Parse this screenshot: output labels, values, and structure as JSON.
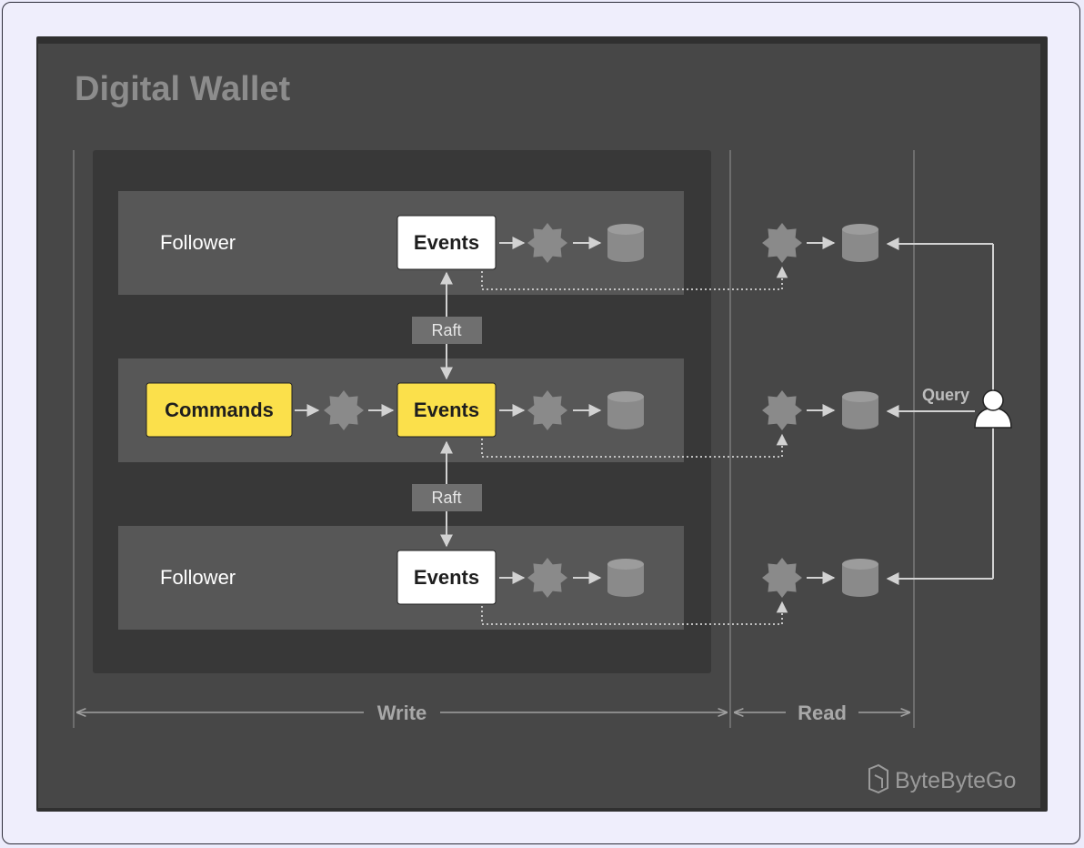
{
  "title": "Digital Wallet",
  "nodes": {
    "top": {
      "role": "Follower",
      "events": "Events"
    },
    "middle": {
      "commands": "Commands",
      "events": "Events"
    },
    "bottom": {
      "role": "Follower",
      "events": "Events"
    }
  },
  "raft_labels": [
    "Raft",
    "Raft"
  ],
  "query_label": "Query",
  "sections": {
    "write": "Write",
    "read": "Read"
  },
  "brand": "ByteByteGo",
  "colors": {
    "background": "#474747",
    "node_band": "#575757",
    "cluster": "#383838",
    "highlight": "#fbe04b",
    "event_box": "#ffffff",
    "icon_gray": "#8a8a8a",
    "line": "#c8c8c8"
  },
  "icons": [
    "processor-icon",
    "database-icon",
    "user-icon",
    "bytebytego-logo-icon"
  ]
}
